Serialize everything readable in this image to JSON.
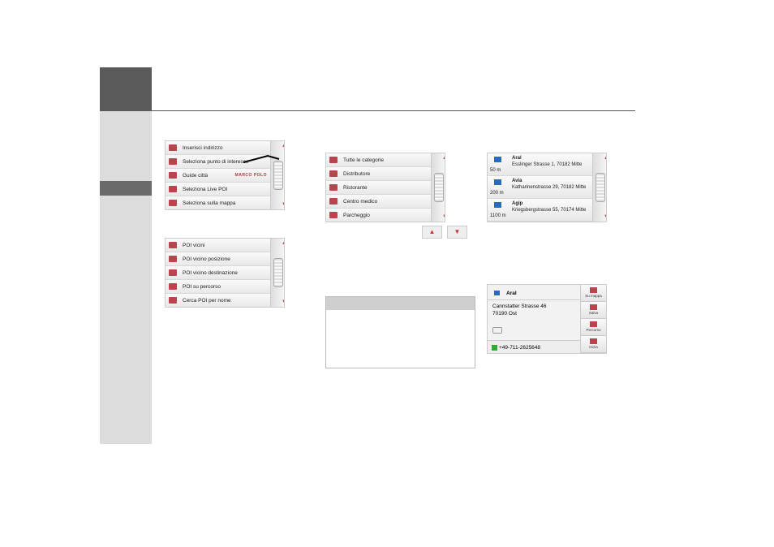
{
  "menu_main": {
    "items": [
      "Inserisci indirizzo",
      "Seleziona punto di interesse",
      "Guide città",
      "Seleziona Live POI",
      "Seleziona sulla mappa"
    ],
    "brand": "MARCO POLO"
  },
  "menu_poi": {
    "items": [
      "POI vicini",
      "POI vicino posizione",
      "POI vicino destinazione",
      "POI su percorso",
      "Cerca POI per nome"
    ]
  },
  "categories": {
    "items": [
      "Tutte le categorie",
      "Distributore",
      "Ristorante",
      "Centro medico",
      "Parcheggio"
    ]
  },
  "results": [
    {
      "name": "Aral",
      "address": "Esslinger Strasse 1, 70182 Mitte",
      "distance": "50 m"
    },
    {
      "name": "Avia",
      "address": "Katharinenstrasse 29, 70182 Mitte",
      "distance": "200 m"
    },
    {
      "name": "Agip",
      "address": "Kriegsbergstrasse 55, 70174 Mitte",
      "distance": "1100 m"
    }
  ],
  "detail": {
    "name": "Aral",
    "street": "Cannstatter Strasse 46",
    "city": "70190 Ost",
    "phone": "+49-711-2625648",
    "buttons": [
      "Su mappa",
      "Salva",
      "Percorso",
      "Inizia"
    ]
  },
  "scroll": {
    "up": "▲",
    "down": "▼"
  }
}
